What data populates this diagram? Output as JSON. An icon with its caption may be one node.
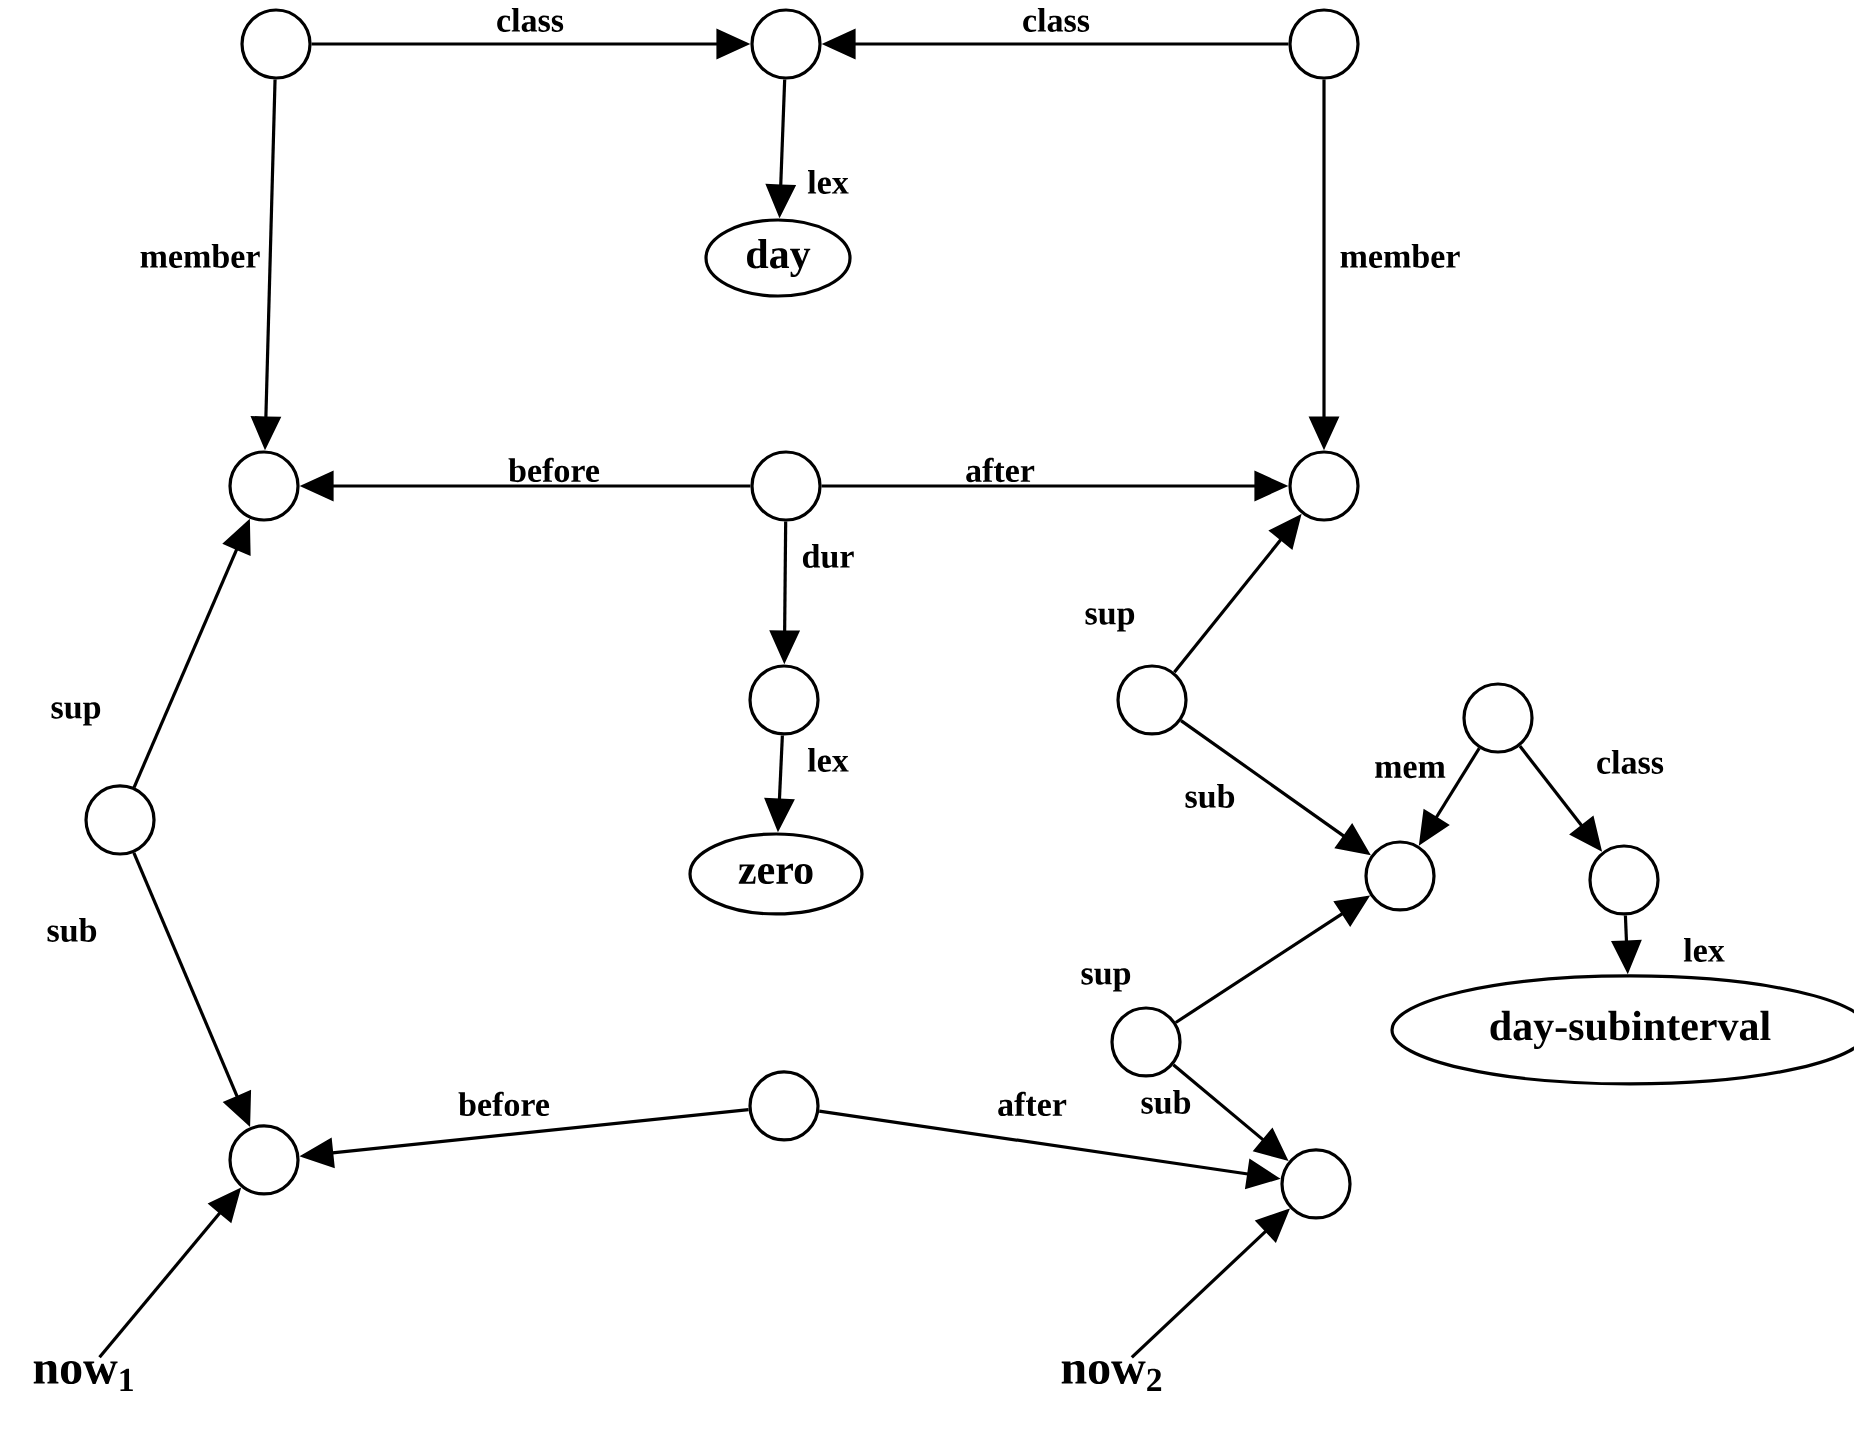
{
  "diagram": {
    "nodes": [
      {
        "text": [],
        "shape": "circle"
      },
      {
        "text": [],
        "shape": "circle"
      },
      {
        "text": [],
        "shape": "circle"
      },
      {
        "text": [
          "day"
        ]
      },
      {
        "text": [],
        "shape": "circle"
      },
      {
        "text": [],
        "shape": "circle"
      },
      {
        "text": [],
        "shape": "circle"
      },
      {
        "text": [],
        "shape": "circle"
      },
      {
        "text": [
          "zero"
        ]
      },
      {
        "text": [],
        "shape": "circle"
      },
      {
        "text": [],
        "shape": "circle"
      },
      {
        "text": [],
        "shape": "circle"
      },
      {
        "text": [],
        "shape": "circle"
      },
      {
        "text": [],
        "shape": "circle"
      },
      {
        "text": [],
        "shape": "circle"
      },
      {
        "text": [
          "day-subinterval"
        ]
      },
      {
        "text": [],
        "shape": "circle"
      },
      {
        "text": [],
        "shape": "circle"
      },
      {
        "text": [],
        "shape": "circle"
      },
      {
        "text": [
          "now$_{1}$"
        ]
      },
      {
        "text": [
          "now$_{2}$"
        ]
      }
    ],
    "edges": [
      {
        "from": 0,
        "to": 1,
        "arrow": "to",
        "label": "class"
      },
      {
        "from": 2,
        "to": 1,
        "arrow": "to",
        "label": "class"
      },
      {
        "from": 1,
        "to": 3,
        "arrow": "to",
        "label": "lex"
      },
      {
        "from": 0,
        "to": 4,
        "arrow": "to",
        "label": "member"
      },
      {
        "from": 2,
        "to": 6,
        "arrow": "to",
        "label": "member"
      },
      {
        "from": 5,
        "to": 4,
        "arrow": "to",
        "label": "before"
      },
      {
        "from": 5,
        "to": 6,
        "arrow": "to",
        "label": "after"
      },
      {
        "from": 5,
        "to": 7,
        "arrow": "to",
        "label": "dur"
      },
      {
        "from": 7,
        "to": 8,
        "arrow": "to",
        "label": "lex"
      },
      {
        "from": 9,
        "to": 4,
        "arrow": "to",
        "label": "sup"
      },
      {
        "from": 9,
        "to": 16,
        "arrow": "to",
        "label": "sub"
      },
      {
        "from": 10,
        "to": 6,
        "arrow": "to",
        "label": "sup"
      },
      {
        "from": 10,
        "to": 12,
        "arrow": "to",
        "label": "sub"
      },
      {
        "from": 11,
        "to": 12,
        "arrow": "to",
        "label": "mem"
      },
      {
        "from": 11,
        "to": 13,
        "arrow": "to",
        "label": "class"
      },
      {
        "from": 13,
        "to": 15,
        "arrow": "to",
        "label": "lex"
      },
      {
        "from": 14,
        "to": 12,
        "arrow": "to",
        "label": "sup"
      },
      {
        "from": 14,
        "to": 18,
        "arrow": "to",
        "label": "sub"
      },
      {
        "from": 17,
        "to": 16,
        "arrow": "to",
        "label": "before"
      },
      {
        "from": 17,
        "to": 18,
        "arrow": "to",
        "label": "after"
      },
      {
        "from": 19,
        "to": 16,
        "arrow": "to"
      },
      {
        "from": 20,
        "to": 18,
        "arrow": "to"
      }
    ]
  }
}
